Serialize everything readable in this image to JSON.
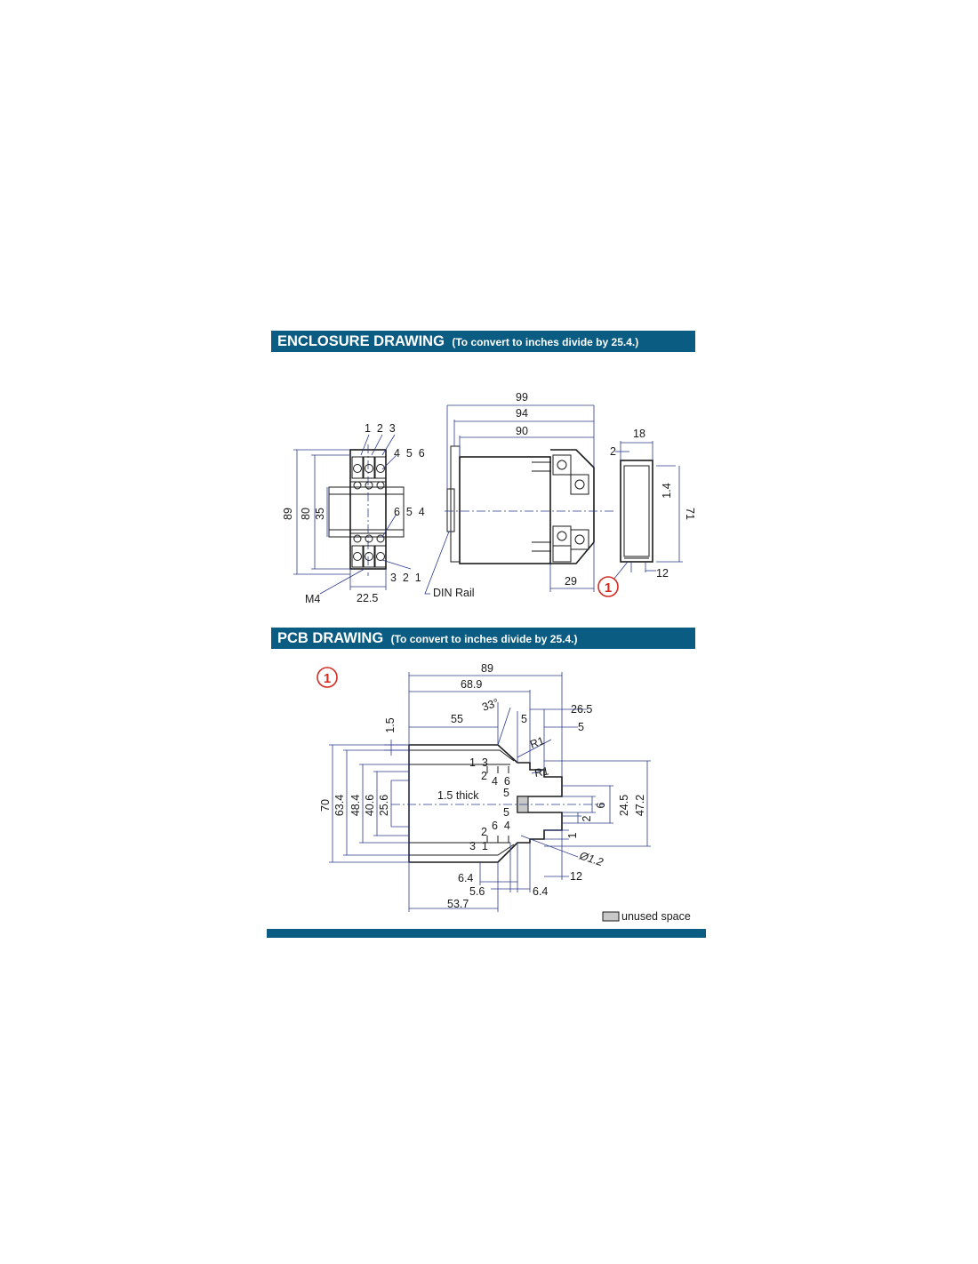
{
  "enclosure": {
    "title": "ENCLOSURE DRAWING",
    "subtitle": "(To convert to inches divide by 25.4.)",
    "front_view": {
      "top_terminals": "1  2  3",
      "upper_terminals": "4  5  6",
      "lower_terminals": "6  5  4",
      "bottom_terminals": "3  2  1",
      "height_overall": "89",
      "height_body": "80",
      "height_rail": "35",
      "width": "22.5",
      "screw_label": "M4"
    },
    "side_view": {
      "length_overall": "99",
      "length_mid": "94",
      "length_body": "90",
      "depth_terminal": "29",
      "rail_label": "DIN Rail"
    },
    "end_view": {
      "width": "18",
      "wall": "2",
      "gap": "1.4",
      "height": "71",
      "base": "12",
      "callout": "1"
    }
  },
  "pcb": {
    "title": "PCB DRAWING",
    "subtitle": "(To convert to inches divide by 25.4.)",
    "callout": "1",
    "dims": {
      "total_length": "89",
      "length_a": "68.9",
      "angle": "33°",
      "length_b": "55",
      "d_1_5": "1.5",
      "d_5_top": "5",
      "d_26_5": "26.5",
      "d_5_right": "5",
      "r1_top": "R1",
      "r1_mid": "R1",
      "height_70": "70",
      "height_63_4": "63.4",
      "height_48_4": "48.4",
      "height_40_6": "40.6",
      "height_25_6": "25.6",
      "thickness": "1.5 thick",
      "d_24_5": "24.5",
      "d_47_2": "47.2",
      "d_6": "6",
      "d_2": "2",
      "d_1": "1",
      "hole": "Ø1.2",
      "d_6_4_left": "6.4",
      "d_5_6": "5.6",
      "d_6_4_right": "6.4",
      "d_12": "12",
      "d_53_7": "53.7"
    },
    "pins": {
      "p13_top": "1  3",
      "p2_top": "2",
      "p46_top": "4  6",
      "p5_top": "5",
      "p5_bot": "5",
      "p64_bot": "6  4",
      "p2_bot": "2",
      "p31_bot": "3  1"
    },
    "legend": "unused space"
  }
}
